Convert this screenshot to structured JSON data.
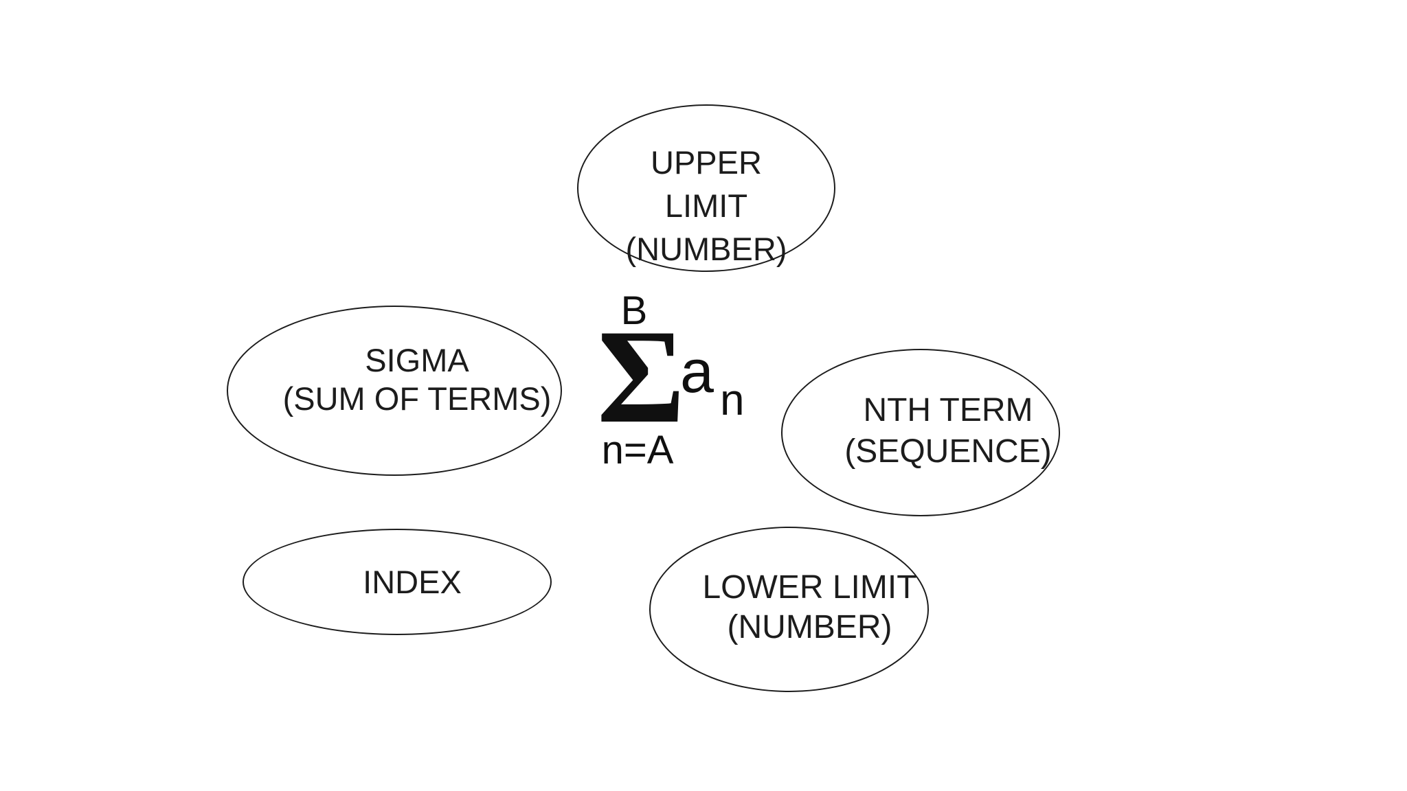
{
  "colors": {
    "background": "#ffffff",
    "ink": "#1c1c1c"
  },
  "formula": {
    "upper_limit_symbol": "B",
    "sigma_symbol": "Σ",
    "term_symbol": "a",
    "term_subscript": "n",
    "lower_limit_expression": "n=A"
  },
  "labels": {
    "upper_limit": [
      "UPPER",
      "LIMIT",
      "(NUMBER)"
    ],
    "sigma": [
      "SIGMA",
      "(SUM OF TERMS)"
    ],
    "nth_term": [
      "NTH TERM",
      "(SEQUENCE)"
    ],
    "index": [
      "INDEX"
    ],
    "lower_limit": [
      "LOWER LIMIT",
      "(NUMBER)"
    ]
  }
}
